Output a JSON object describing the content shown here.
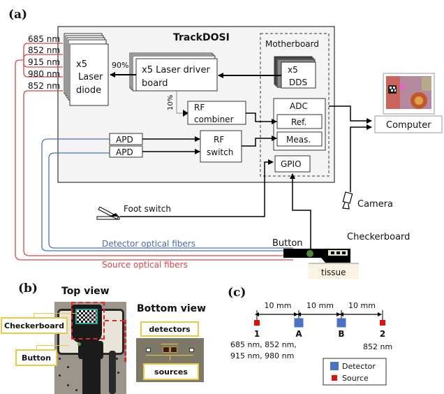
{
  "panel_a": {
    "label": "(a)",
    "system_title": "TrackDOSI",
    "motherboard_label": "Motherboard",
    "wavelengths": [
      "685 nm",
      "852 nm",
      "915 nm",
      "980 nm",
      "852 nm"
    ],
    "laser_diode": [
      "x5",
      "Laser",
      "diode"
    ],
    "laser_driver": [
      "x5 Laser driver",
      "board"
    ],
    "dds": [
      "x5",
      "DDS"
    ],
    "split_90": "90%",
    "split_10": "10%",
    "rf_combiner": [
      "RF",
      "combiner"
    ],
    "rf_switch": [
      "RF",
      "switch"
    ],
    "apd_1": "APD",
    "apd_2": "APD",
    "adc": "ADC",
    "ref": "Ref.",
    "meas": "Meas.",
    "gpio": "GPIO",
    "computer": "Computer",
    "camera": "Camera",
    "foot_switch": "Foot switch",
    "button": "Button",
    "checkerboard": "Checkerboard",
    "tissue": "tissue",
    "detector_fibers": "Detector optical fibers",
    "source_fibers": "Source optical fibers",
    "colors": {
      "source_fiber": "#d9454a",
      "detector_fiber": "#4a72b8",
      "button_led": "#4a8a3a",
      "tissue": "#fbf3e2",
      "box_fill": "#f4f4f4"
    }
  },
  "panel_b": {
    "label": "(b)",
    "top_view": "Top view",
    "bottom_view": "Bottom view",
    "checkerboard": "Checkerboard",
    "button": "Button",
    "detectors": "detectors",
    "sources": "sources",
    "colors": {
      "callout": "#e8c84a",
      "highlight": "#d92b2b"
    }
  },
  "panel_c": {
    "label": "(c)",
    "distances": [
      "10 mm",
      "10 mm",
      "10 mm"
    ],
    "points": [
      {
        "id": "1",
        "type": "source"
      },
      {
        "id": "A",
        "type": "detector"
      },
      {
        "id": "B",
        "type": "detector"
      },
      {
        "id": "2",
        "type": "source"
      }
    ],
    "source1_wavelengths": [
      "685 nm, 852 nm,",
      "915 nm, 980 nm"
    ],
    "source2_wavelength": "852 nm",
    "legend": [
      {
        "label": "Detector",
        "color": "#4a72c4"
      },
      {
        "label": "Source",
        "color": "#e01010"
      }
    ]
  }
}
